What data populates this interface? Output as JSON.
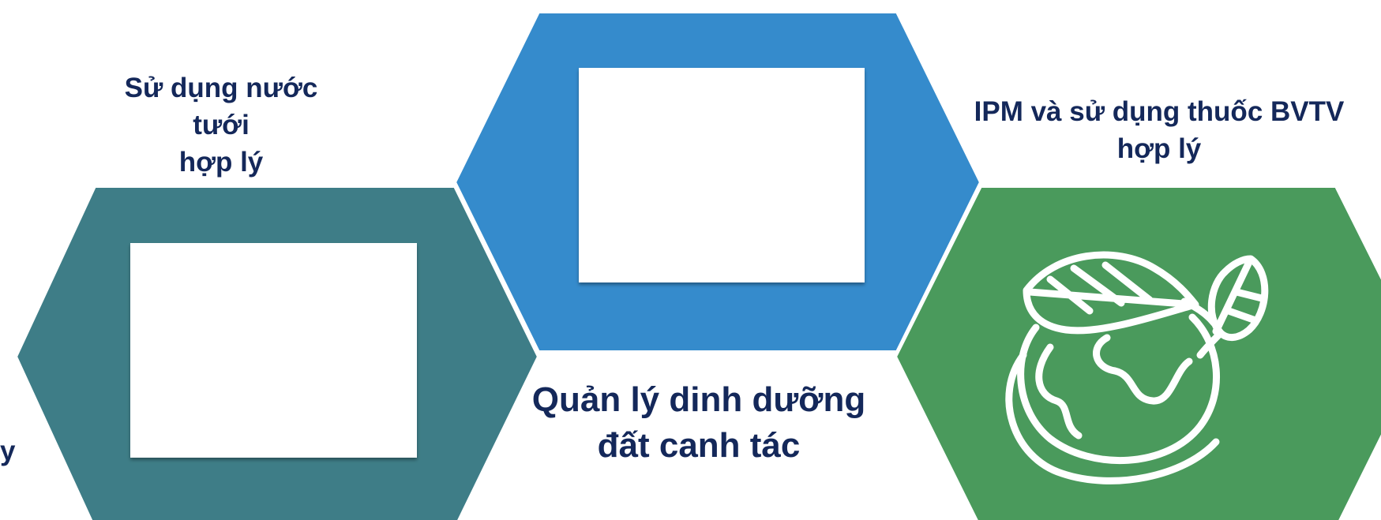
{
  "colors": {
    "hex_teal": "#3e7d87",
    "hex_blue": "#358bcc",
    "hex_green": "#4a9a5c",
    "text_navy": "#14285a",
    "placeholder_white": "#ffffff",
    "icon_stroke": "#ffffff"
  },
  "labels": {
    "water": "Sử dụng nước tưới\nhợp lý",
    "ipm": "IPM và sử dụng thuốc BVTV\nhợp lý",
    "nutrition": "Quản lý dinh dưỡng\nđất canh tác",
    "edge_fragment": "y"
  },
  "icons": {
    "green_hex": "earth-leaves-icon"
  }
}
